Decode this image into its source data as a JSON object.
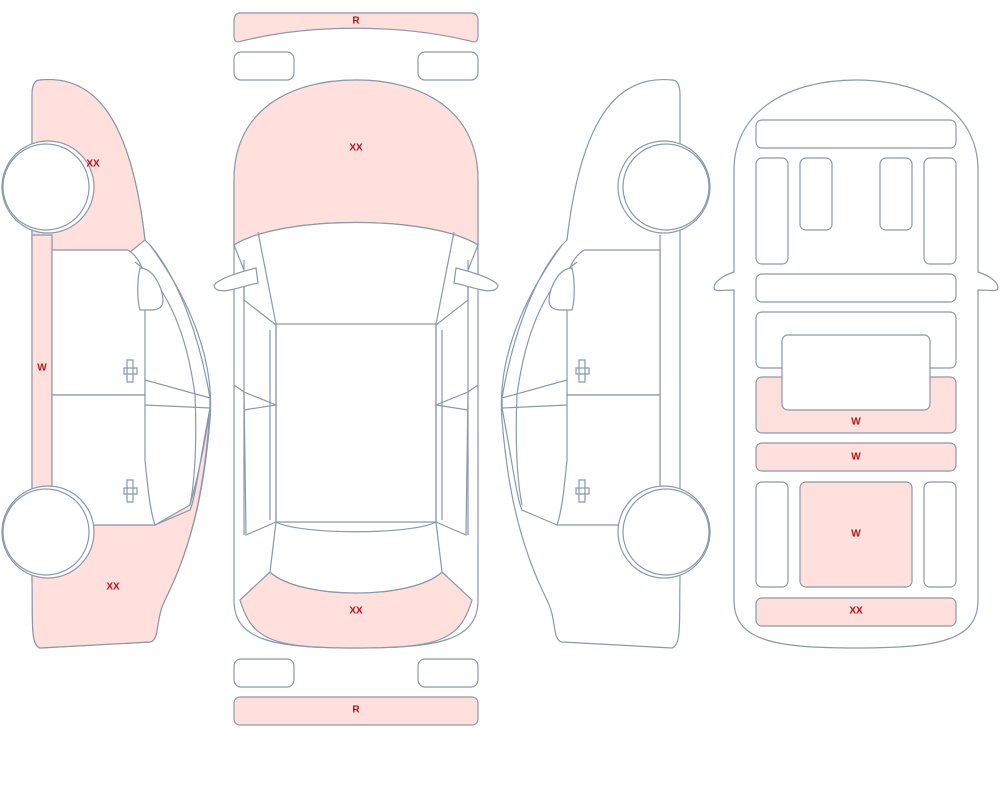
{
  "diagram": {
    "highlight_color": "#ffe0dd",
    "outline_color": "#8a98ad",
    "label_color": "#b5121b",
    "labels": {
      "front_bumper": "R",
      "hood": "XX",
      "rear_bumper_top": "XX",
      "rear_bumper": "R",
      "left_front_fender": "XX",
      "left_rocker": "W",
      "left_rear_quarter": "XX",
      "under_panel_1": "W",
      "under_panel_2": "W",
      "under_panel_3": "W",
      "under_rear": "XX"
    }
  }
}
